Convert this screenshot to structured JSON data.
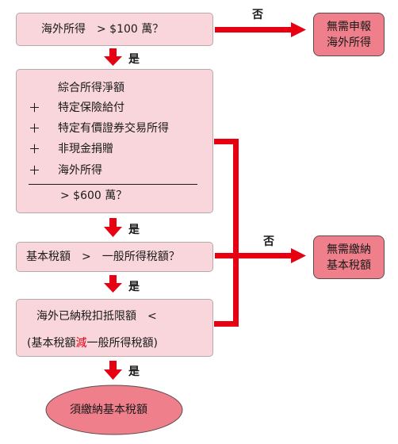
{
  "decision1": {
    "text": "海外所得　> $100 萬？"
  },
  "no1": "否",
  "result1": {
    "line1": "無需申報",
    "line2": "海外所得"
  },
  "yes1": "是",
  "sum_box": {
    "lines": [
      "綜合所得淨額",
      "特定保險給付",
      "特定有價證券交易所得",
      "非現金捐贈",
      "海外所得"
    ],
    "plus": "＋",
    "condition": "> $600 萬？"
  },
  "yes2": "是",
  "decision3": {
    "text": "基本稅額　>　一般所得稅額？"
  },
  "no2": "否",
  "result2": {
    "line1": "無需繳納",
    "line2": "基本稅額"
  },
  "yes3": "是",
  "decision4": {
    "line1": "海外已納稅扣抵限額　<",
    "line2_pre": "(基本稅額",
    "line2_red": "減",
    "line2_post": "一般所得稅額)"
  },
  "yes4": "是",
  "final": {
    "text": "須繳納基本稅額"
  },
  "colors": {
    "box_fill": "#f9d6db",
    "result_fill": "#ef7f8a",
    "arrow": "#e60012"
  }
}
